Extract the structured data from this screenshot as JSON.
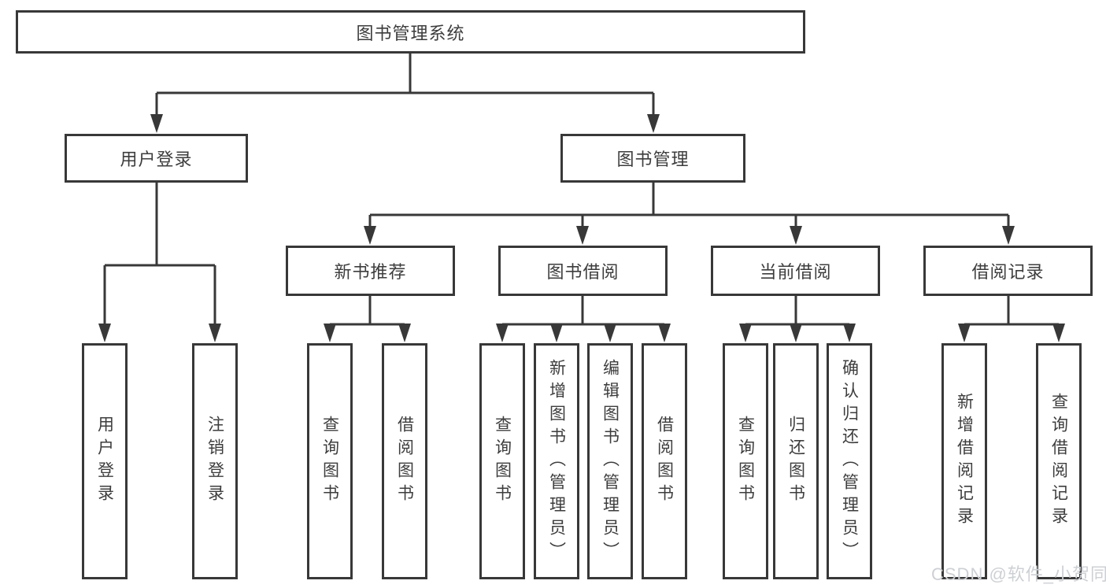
{
  "diagram": {
    "root": {
      "label": "图书管理系统"
    },
    "level2": [
      {
        "label": "用户登录"
      },
      {
        "label": "图书管理"
      }
    ],
    "level3": [
      {
        "label": "新书推荐"
      },
      {
        "label": "图书借阅"
      },
      {
        "label": "当前借阅"
      },
      {
        "label": "借阅记录"
      }
    ],
    "leaves": [
      {
        "label": "用户登录"
      },
      {
        "label": "注销登录"
      },
      {
        "label": "查询图书"
      },
      {
        "label": "借阅图书"
      },
      {
        "label": "查询图书"
      },
      {
        "label": "新增图书（管理员）"
      },
      {
        "label": "编辑图书（管理员）"
      },
      {
        "label": "借阅图书"
      },
      {
        "label": "查询图书"
      },
      {
        "label": "归还图书"
      },
      {
        "label": "确认归还（管理员）"
      },
      {
        "label": "新增借阅记录"
      },
      {
        "label": "查询借阅记录"
      }
    ]
  },
  "watermark": {
    "text": "CSDN @软件_小贺同学"
  },
  "colors": {
    "line": "#383838",
    "text": "#3d3d3d",
    "watermark": "#cdd0d4",
    "background": "#ffffff"
  }
}
